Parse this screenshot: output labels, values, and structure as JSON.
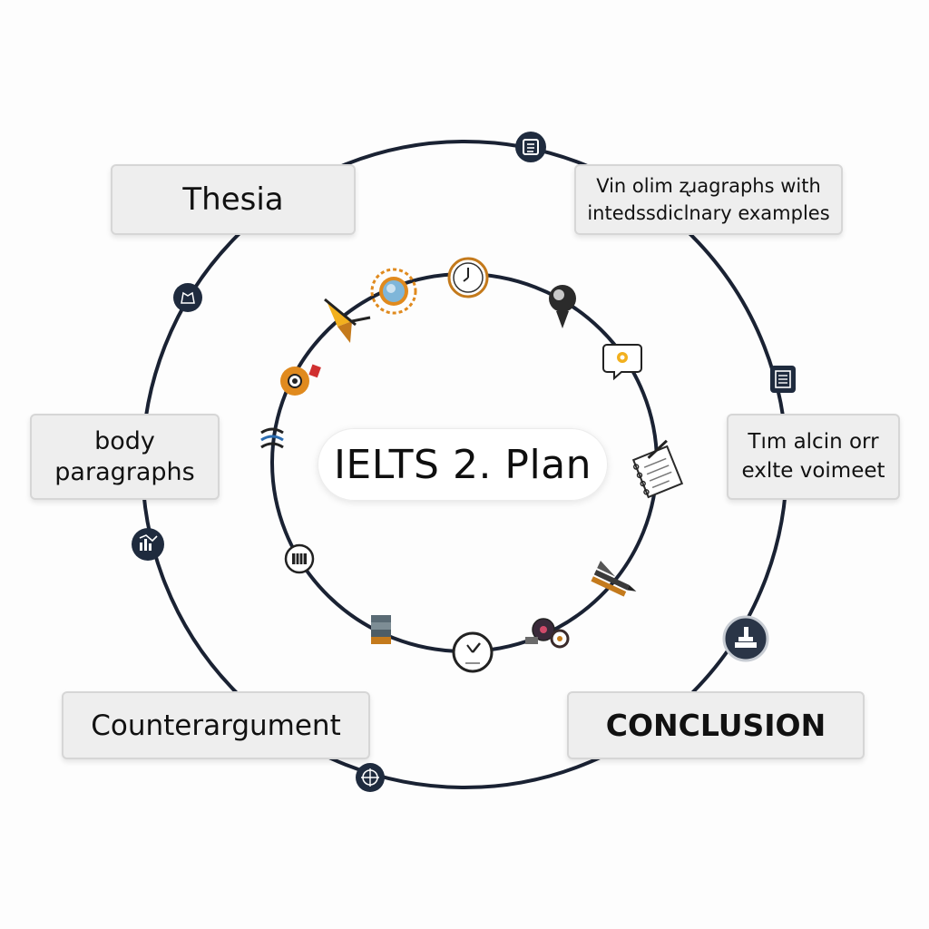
{
  "center": {
    "title": "IELTS 2. Plan"
  },
  "boxes": {
    "thesis": "Thesia",
    "body": "body\nparagraphs",
    "counter": "Counterargument",
    "top_right": "Vin olim ʐɹagraphs with\nintedssdiclnary examples",
    "mid_right": "Tım alcin orr\nexlte voimeet",
    "conclusion": "CONCLUSION"
  },
  "colors": {
    "ring": "#1a2233",
    "badge": "#1f2b3e",
    "box_bg": "#eeeeee",
    "accent_orange": "#e08a1e",
    "accent_yellow": "#f2b01e",
    "accent_blue": "#7fb6d9"
  },
  "icons": {
    "outer": [
      "list-icon",
      "document-icon",
      "coin-stack-icon",
      "target-icon",
      "chart-icon",
      "clipboard-icon"
    ],
    "inner": [
      "clock-icon",
      "lightbulb-icon",
      "speech-bubble-icon",
      "notebook-icon",
      "pencil-icon",
      "gears-icon",
      "stopwatch-icon",
      "books-icon",
      "film-icon",
      "books-stack-icon",
      "lightbulb-orange-icon",
      "kite-icon",
      "sun-icon"
    ]
  }
}
